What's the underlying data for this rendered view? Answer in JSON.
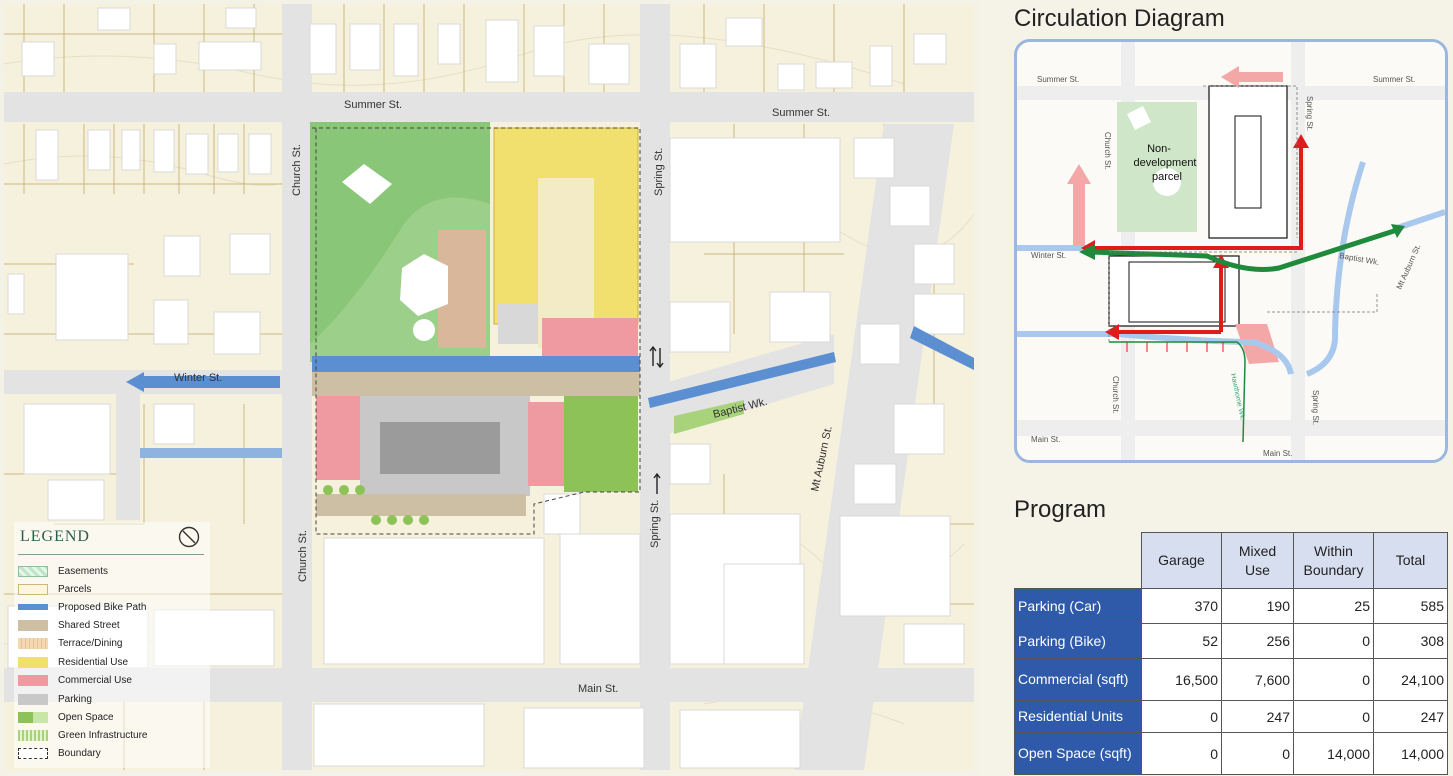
{
  "map": {
    "streets": {
      "summer_west": "Summer St.",
      "summer_east": "Summer St.",
      "church_north": "Church St.",
      "church_south": "Church St.",
      "spring_north": "Spring St.",
      "spring_south": "Spring St.",
      "winter": "Winter St.",
      "baptist": "Baptist Wk.",
      "mt_auburn": "Mt Auburn St.",
      "main": "Main St."
    },
    "colors": {
      "ground": "#f6f1dc",
      "parcel_line": "#c9b980",
      "street": "#e3e3e3",
      "building": "#ffffff",
      "residential": "#f1df6e",
      "commercial": "#ef9aa0",
      "open_space": "#8cc257",
      "open_space_light": "#a9d37a",
      "parking": "#c8c8c8",
      "shared_street": "#cdbfa4",
      "bike_path": "#5b8fd1",
      "green_park": "#9ccf8a"
    }
  },
  "legend": {
    "title": "LEGEND",
    "no_entry_icon": "no-entry-icon",
    "items": [
      {
        "label": "Easements",
        "color": "#bfe6c9"
      },
      {
        "label": "Parcels",
        "color": "#fdf6dc"
      },
      {
        "label": "Proposed Bike Path",
        "color": "#5b8fd1"
      },
      {
        "label": "Shared Street",
        "color": "#cdbfa4"
      },
      {
        "label": "Terrace/Dining",
        "color": "#f2d9b4"
      },
      {
        "label": "Residential Use",
        "color": "#f1df6e"
      },
      {
        "label": "Commercial Use",
        "color": "#ef9aa0"
      },
      {
        "label": "Parking",
        "color": "#c8c8c8"
      },
      {
        "label": "Open Space",
        "color": "#8cc257"
      },
      {
        "label": "Green Infrastructure",
        "color": "#a9d37a"
      },
      {
        "label": "Boundary",
        "color": "#ffffff"
      }
    ]
  },
  "circulation": {
    "title": "Circulation Diagram",
    "labels": {
      "summer_left": "Summer St.",
      "summer_right": "Summer St.",
      "church_top": "Church St.",
      "church_bottom": "Church St.",
      "spring_top": "Spring St.",
      "spring_bottom": "Spring St.",
      "winter": "Winter St.",
      "baptist": "Baptist Wk.",
      "mt_auburn": "Mt Auburn St.",
      "main_left": "Main St.",
      "main_right": "Main St.",
      "hawthorne": "Hawthorne Wk.",
      "non_dev_1": "Non-",
      "non_dev_2": "development",
      "non_dev_3": "parcel"
    },
    "colors": {
      "red": "#e01b1b",
      "green": "#1f8a3c",
      "blue": "#a9c8ee",
      "pink": "#f4a7a7"
    }
  },
  "program": {
    "title": "Program",
    "headers": [
      "Garage",
      "Mixed Use",
      "Within Boundary",
      "Total"
    ],
    "rows": [
      {
        "label": "Parking (Car)",
        "values": [
          "370",
          "190",
          "25",
          "585"
        ]
      },
      {
        "label": "Parking (Bike)",
        "values": [
          "52",
          "256",
          "0",
          "308"
        ]
      },
      {
        "label": "Commercial (sqft)",
        "values": [
          "16,500",
          "7,600",
          "0",
          "24,100"
        ]
      },
      {
        "label": "Residential Units",
        "values": [
          "0",
          "247",
          "0",
          "247"
        ]
      },
      {
        "label": "Open Space (sqft)",
        "values": [
          "0",
          "0",
          "14,000",
          "14,000"
        ]
      }
    ],
    "header_color": "#d6deef",
    "row_header_color": "#2e5aa9"
  }
}
